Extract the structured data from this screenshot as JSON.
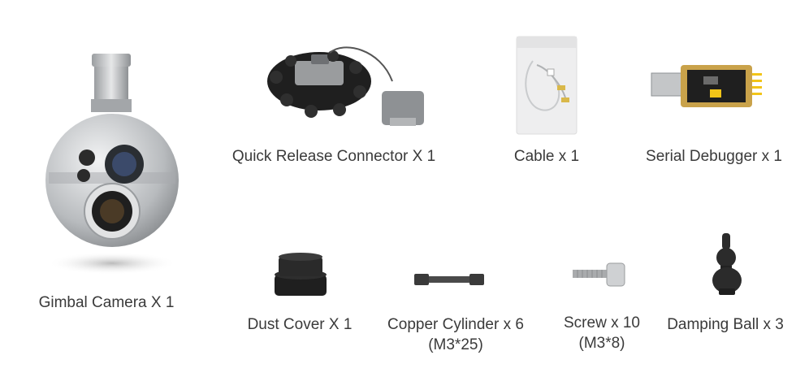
{
  "items": [
    {
      "name": "gimbal-camera",
      "label": "Gimbal Camera X 1"
    },
    {
      "name": "quick-release-connector",
      "label": "Quick Release Connector X 1"
    },
    {
      "name": "cable",
      "label": "Cable x 1"
    },
    {
      "name": "serial-debugger",
      "label": "Serial Debugger x 1"
    },
    {
      "name": "dust-cover",
      "label": "Dust Cover X 1"
    },
    {
      "name": "copper-cylinder",
      "label": "Copper Cylinder x 6",
      "sublabel": "(M3*25)"
    },
    {
      "name": "screw",
      "label": "Screw x 10",
      "sublabel": "(M3*8)"
    },
    {
      "name": "damping-ball",
      "label": "Damping Ball x 3"
    }
  ],
  "colors": {
    "background": "#ffffff",
    "text": "#3a3a3a",
    "metal": "#c9cbcd",
    "dark": "#2b2b2b",
    "pcb": "#c9a24a"
  }
}
